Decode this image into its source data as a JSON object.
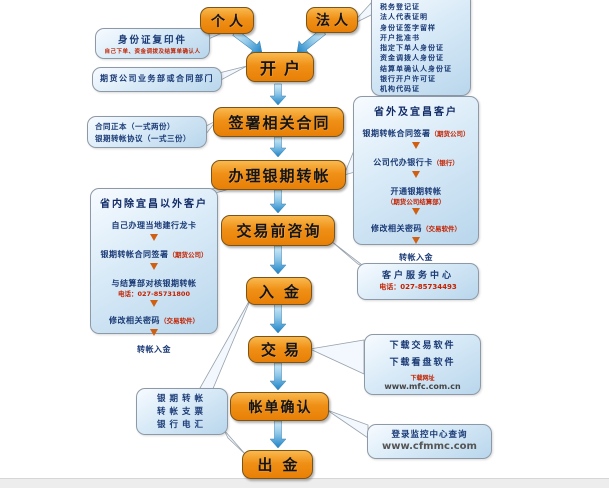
{
  "colors": {
    "node_orange": "#ef8a10",
    "node_orange_light": "#f9b94f",
    "arrow_blue": "#1c82c6",
    "callout_blue": "#d8eaf7",
    "text_navy": "#1a3a75",
    "note_red": "#c22200"
  },
  "nodes": {
    "individual": {
      "label": "个人"
    },
    "legal_person": {
      "label": "法人"
    },
    "open_account": {
      "label": "开户"
    },
    "sign_contract": {
      "label": "签署相关合同"
    },
    "bank_futures_transfer": {
      "label": "办理银期转帐"
    },
    "pre_trade_consult": {
      "label": "交易前咨询"
    },
    "deposit": {
      "label": "入金"
    },
    "trade": {
      "label": "交易"
    },
    "statement_confirm": {
      "label": "帐单确认"
    },
    "withdraw": {
      "label": "出金"
    }
  },
  "callouts": {
    "id_copy": {
      "title": "身份证复印件",
      "note": "自己下单、资金调拨及结算单确认人"
    },
    "legal_docs": {
      "items": [
        "税务登记证",
        "法人代表证明",
        "身份证签字留样",
        "开户批准书",
        "指定下单人身份证",
        "资金调拨人身份证",
        "结算单确认人身份证",
        "银行开户许可证",
        "机构代码证"
      ]
    },
    "futures_dept": {
      "text": "期货公司业务部或合同部门"
    },
    "contract_copies": {
      "lines": [
        "合同正本（一式两份）",
        "银期转帐协议（一式三份）"
      ]
    },
    "out_province": {
      "title": "省外及宜昌客户",
      "steps": [
        {
          "text": "银期转帐合同签署",
          "note": "（期货公司）"
        },
        {
          "text": "公司代办银行卡",
          "note": "（银行）"
        },
        {
          "text": "开通银期转帐",
          "subnote": "（期货公司结算部）"
        },
        {
          "text": "修改相关密码",
          "note": "（交易软件）"
        },
        {
          "text": "转帐入金"
        }
      ]
    },
    "in_province": {
      "title": "省内除宜昌以外客户",
      "steps": [
        {
          "text": "自己办理当地建行龙卡"
        },
        {
          "text": "银期转帐合同签署",
          "note": "（期货公司）"
        },
        {
          "text": "与结算部对核银期转帐",
          "subnote": "电话：027-85731800"
        },
        {
          "text": "修改相关密码",
          "note": "（交易软件）"
        },
        {
          "text": "转帐入金"
        }
      ]
    },
    "payment_methods": {
      "lines": [
        "银期转帐",
        "转帐支票",
        "银行电汇"
      ]
    },
    "service_center": {
      "title": "客户服务中心",
      "phone": "电话：027-85734493"
    },
    "downloads": {
      "line1": "下载交易软件",
      "line2": "下载看盘软件",
      "note": "下载网址",
      "url": "www.mfc.com.cn"
    },
    "monitor": {
      "line1": "登录监控中心查询",
      "url": "www.cfmmc.com"
    }
  }
}
